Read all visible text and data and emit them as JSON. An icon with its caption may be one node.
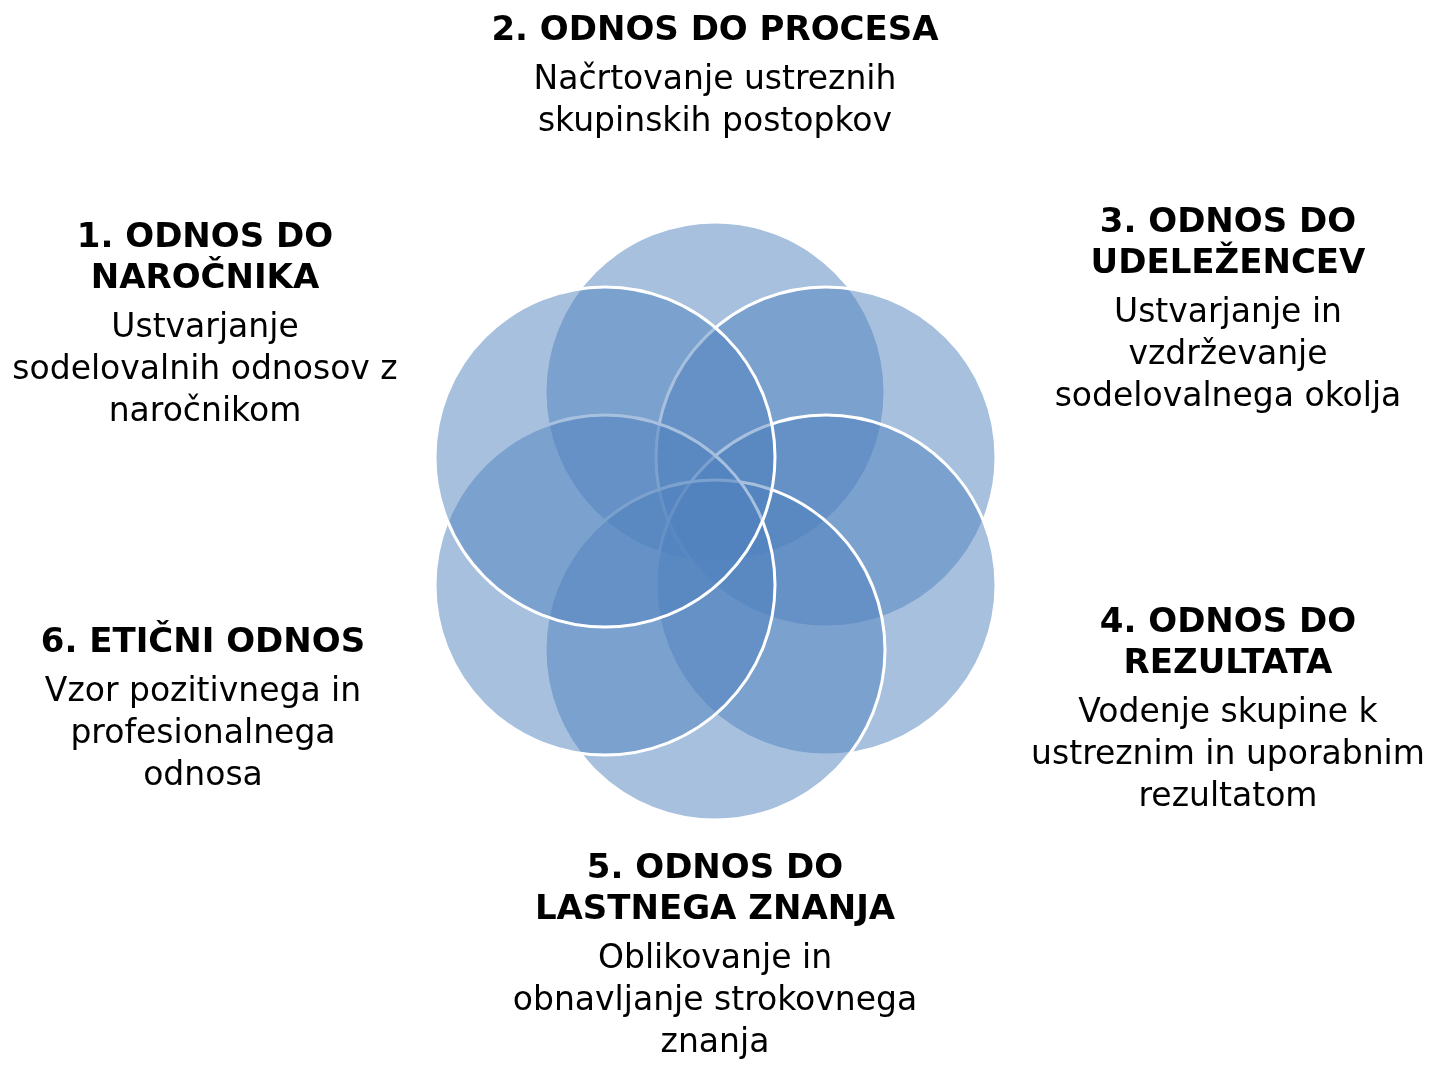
{
  "diagram": {
    "nodes": [
      {
        "text": [],
        "shape": "circle",
        "beside": [
          "1. ODNOS DO NAROČNIKA",
          "Ustvarjanje sodelovalnih odnosov z naročnikom"
        ]
      },
      {
        "text": [],
        "shape": "circle",
        "beside": [
          "2. ODNOS DO PROCESA",
          "Načrtovanje ustreznih skupinskih postopkov"
        ]
      },
      {
        "text": [],
        "shape": "circle",
        "beside": [
          "3. ODNOS DO UDELEŽENCEV",
          "Ustvarjanje in vzdrževanje sodelovalnega okolja"
        ]
      },
      {
        "text": [],
        "shape": "circle",
        "beside": [
          "4. ODNOS DO REZULTATA",
          "Vodenje skupine k ustreznim in uporabnim rezultatom"
        ]
      },
      {
        "text": [],
        "shape": "circle",
        "beside": [
          "5. ODNOS DO LASTNEGA ZNANJA",
          "Oblikovanje in obnavljanje strokovnega znanja"
        ]
      },
      {
        "text": [],
        "shape": "circle",
        "beside": [
          "6. ETIČNI ODNOS",
          "Vzor pozitivnega in profesionalnega odnosa"
        ]
      }
    ],
    "edges": []
  }
}
